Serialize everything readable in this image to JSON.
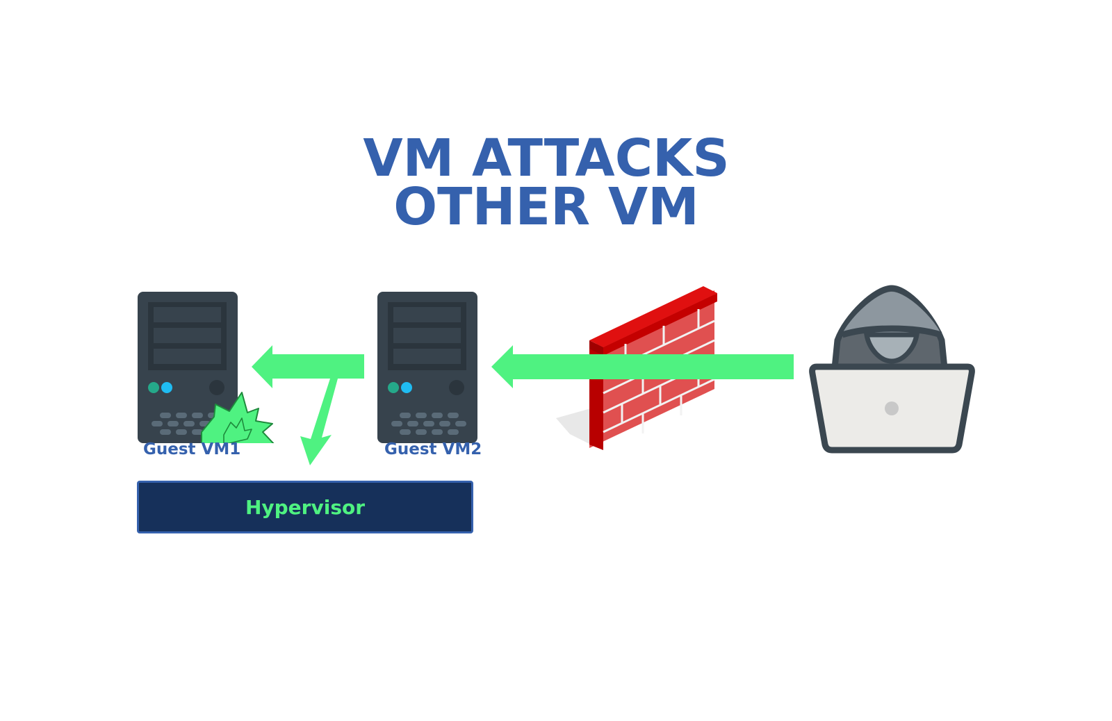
{
  "diagram": {
    "title_line1": "VM ATTACKS",
    "title_line2": "OTHER VM",
    "nodes": [
      {
        "id": "vm1",
        "label": "Guest VM1",
        "icon": "server-icon",
        "state": "compromised"
      },
      {
        "id": "vm2",
        "label": "Guest VM2",
        "icon": "server-icon"
      },
      {
        "id": "firewall",
        "icon": "firewall-icon"
      },
      {
        "id": "attacker",
        "icon": "hacker-laptop-icon"
      }
    ],
    "hypervisor": {
      "label": "Hypervisor"
    },
    "edges": [
      {
        "from": "attacker",
        "to": "vm2",
        "style": "arrow",
        "through": "firewall"
      },
      {
        "from": "vm2",
        "to": "vm1",
        "style": "arrow"
      },
      {
        "from": "vm2",
        "to": "hypervisor",
        "style": "arrow"
      }
    ],
    "colors": {
      "title": "#3561ad",
      "arrow": "#4ff281",
      "hypervisor_bg": "#16305a",
      "server_body": "#37434d",
      "firewall": "#d40000"
    }
  }
}
